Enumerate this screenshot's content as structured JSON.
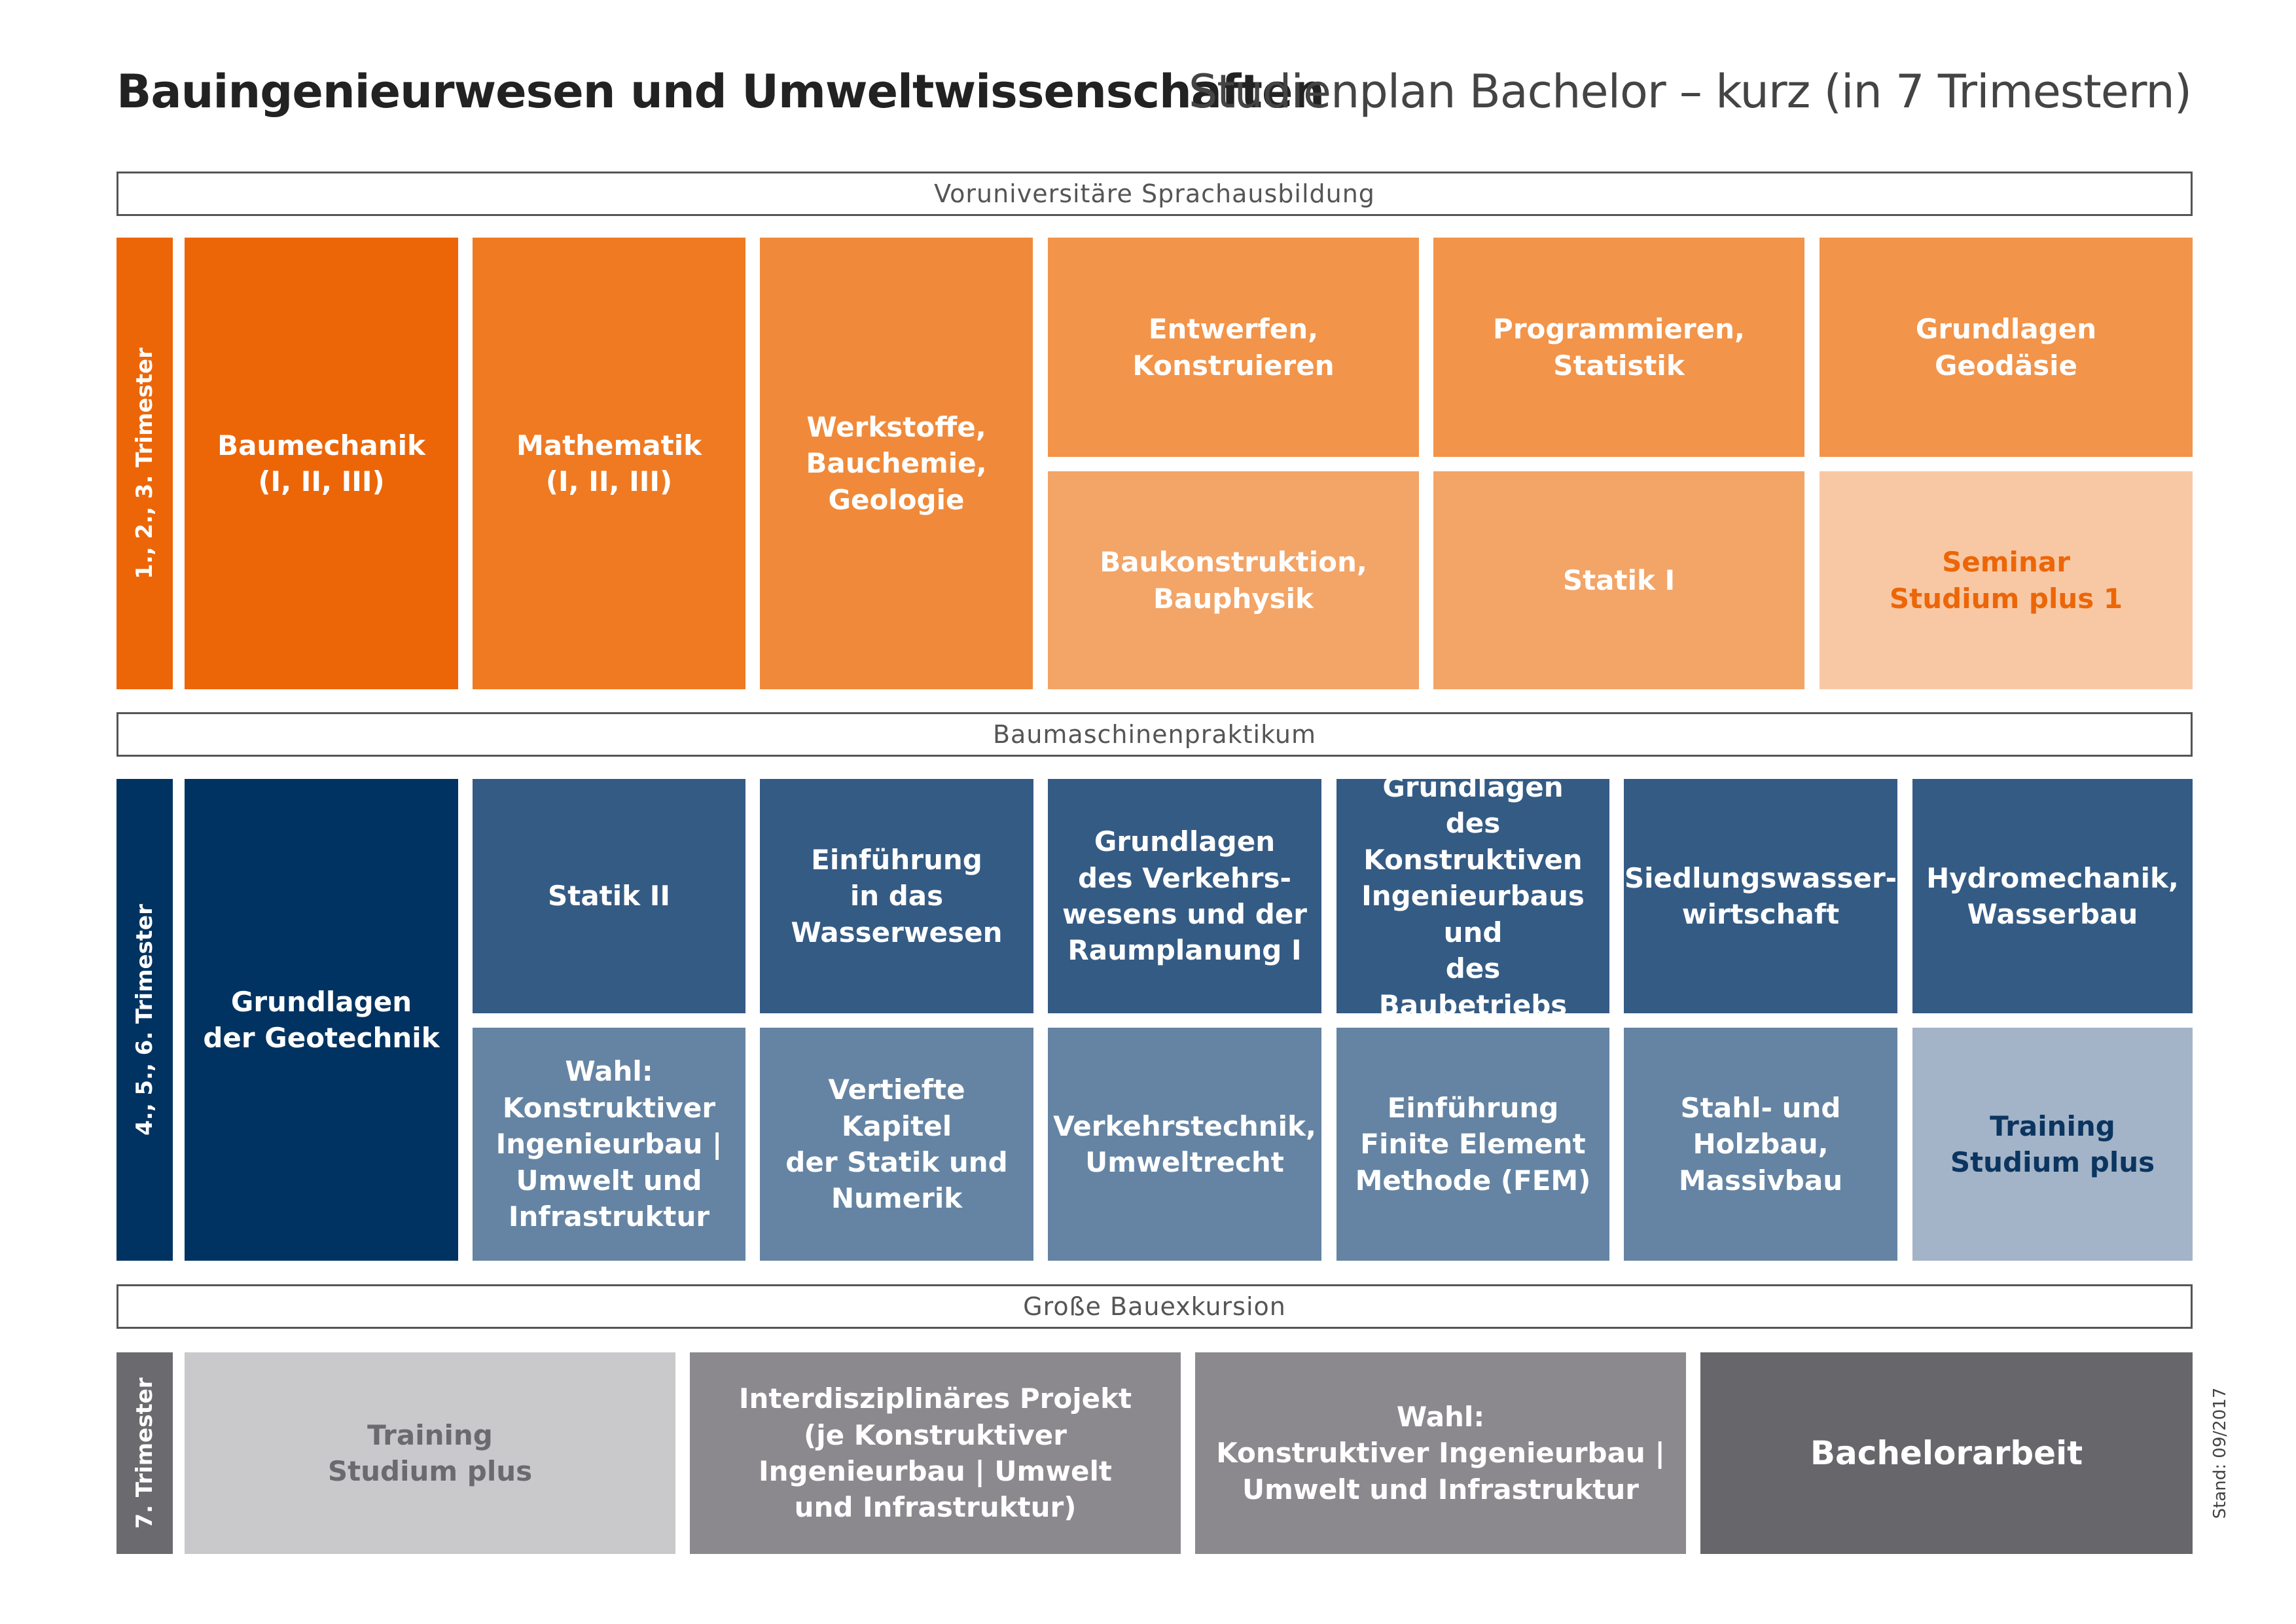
{
  "header": {
    "title": "Bauingenieurwesen und Umweltwissenschaften",
    "subtitle": "Studienplan Bachelor – kurz (in 7 Trimestern)"
  },
  "bands": {
    "sprachausbildung": "Voruniversitäre Sprachausbildung",
    "baumaschinen": "Baumaschinenpraktikum",
    "bauexkursion": "Große Bauexkursion"
  },
  "section1": {
    "label": "1., 2., 3. Trimester",
    "baumechanik": "Baumechanik\n(I, II, III)",
    "mathematik": "Mathematik\n(I, II, III)",
    "werkstoffe": "Werkstoffe,\nBauchemie,\nGeologie",
    "entwerfen": "Entwerfen,\nKonstruieren",
    "programmieren": "Programmieren,\nStatistik",
    "geodaesie": "Grundlagen\nGeodäsie",
    "baukonstruktion": "Baukonstruktion,\nBauphysik",
    "statik1": "Statik I",
    "seminar": "Seminar\nStudium plus 1"
  },
  "section2": {
    "label": "4., 5., 6. Trimester",
    "geotechnik": "Grundlagen\nder Geotechnik",
    "statik2": "Statik II",
    "wasserwesen": "Einführung\nin das\nWasserwesen",
    "verkehrswesen": "Grundlagen\ndes Verkehrs-\nwesens und der\nRaumplanung I",
    "konstruktiv": "Grundlagen\ndes Konstruktiven\nIngenieurbaus und\ndes Baubetriebs",
    "siedlung": "Siedlungswasser-\nwirtschaft",
    "hydromechanik": "Hydromechanik,\nWasserbau",
    "wahl": "Wahl:\nKonstruktiver\nIngenieurbau |\nUmwelt und\nInfrastruktur",
    "vertiefte": "Vertiefte Kapitel\nder Statik und\nNumerik",
    "verkehrstechnik": "Verkehrstechnik,\nUmweltrecht",
    "fem": "Einführung\nFinite Element\nMethode (FEM)",
    "stahl": "Stahl- und\nHolzbau,\nMassivbau",
    "training": "Training\nStudium plus"
  },
  "section3": {
    "label": "7. Trimester",
    "training": "Training\nStudium plus",
    "projekt": "Interdisziplinäres Projekt\n(je Konstruktiver\nIngenieurbau | Umwelt\nund Infrastruktur)",
    "wahl": "Wahl:\nKonstruktiver Ingenieurbau |\nUmwelt und Infrastruktur",
    "bachelorarbeit": "Bachelorarbeit"
  },
  "footer": {
    "stand": "Stand: 09/2017"
  },
  "colors": {
    "orange_dark": "#EC6608",
    "orange_1": "#EF7A22",
    "orange_2": "#F08A3A",
    "orange_3": "#F2944A",
    "orange_4": "#F3A467",
    "orange_light": "#F8C8A4",
    "orange_text": "#EC6608",
    "navy": "#003361",
    "blue_mid": "#345B84",
    "blue_light": "#6584A3",
    "blue_pale": "#A3B4C8",
    "navy_text": "#0B3560",
    "gray_light": "#C9C9CB",
    "gray_mid": "#8B898E",
    "gray_dark": "#67666B",
    "gray_label": "#6B6A6F"
  }
}
